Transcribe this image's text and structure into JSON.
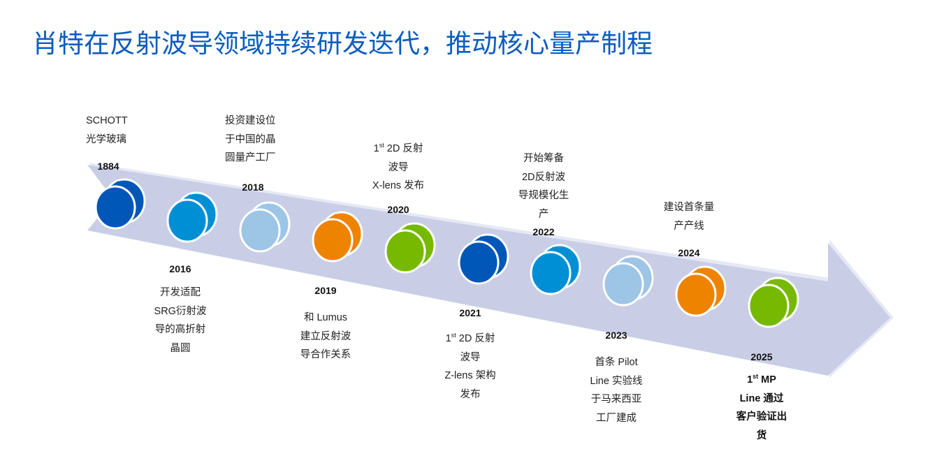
{
  "title": "肖特在反射波导领域持续研发迭代，推动核心量产制程",
  "colors": {
    "arrow": "#c9cee6",
    "arrow_edge": "#e6e9f5",
    "dark_blue": "#0057b8",
    "mid_blue": "#008fd5",
    "light_blue": "#9dc5e6",
    "orange": "#ee8300",
    "green": "#76b900"
  },
  "events": [
    {
      "year": "1884",
      "color": "dark_blue",
      "lines": [
        {
          "t": "SCHOTT"
        },
        {
          "t": "光学玻璃"
        }
      ]
    },
    {
      "year": "2016",
      "color": "mid_blue",
      "lines": [
        {
          "t": "开发适配"
        },
        {
          "t": "SRG衍射波"
        },
        {
          "t": "导的高折射"
        },
        {
          "t": "晶圆"
        }
      ]
    },
    {
      "year": "2018",
      "color": "light_blue",
      "lines": [
        {
          "t": "投资建设位"
        },
        {
          "t": "于中国的晶"
        },
        {
          "t": "圆量产工厂"
        }
      ]
    },
    {
      "year": "2019",
      "color": "orange",
      "lines": [
        {
          "t": "和 Lumus"
        },
        {
          "t": "建立反射波"
        },
        {
          "t": "导合作关系"
        }
      ]
    },
    {
      "year": "2020",
      "color": "green",
      "lines": [
        {
          "pre": "1",
          "sup": "st",
          "t": " 2D 反射"
        },
        {
          "t": "波导"
        },
        {
          "t": "X-lens 发布"
        }
      ]
    },
    {
      "year": "2021",
      "color": "dark_blue",
      "lines": [
        {
          "pre": "1",
          "sup": "st",
          "t": " 2D 反射"
        },
        {
          "t": "波导"
        },
        {
          "t": "Z-lens 架构"
        },
        {
          "t": "发布"
        }
      ]
    },
    {
      "year": "2022",
      "color": "mid_blue",
      "lines": [
        {
          "t": "开始筹备"
        },
        {
          "t": "2D反射波"
        },
        {
          "t": "导规模化生"
        },
        {
          "t": "产"
        }
      ]
    },
    {
      "year": "2023",
      "color": "light_blue",
      "lines": [
        {
          "t": "首条 Pilot"
        },
        {
          "t": "Line 实验线"
        },
        {
          "t": "于马来西亚"
        },
        {
          "t": "工厂建成"
        }
      ]
    },
    {
      "year": "2024",
      "color": "orange",
      "lines": [
        {
          "t": "建设首条量"
        },
        {
          "t": "产产线"
        }
      ]
    },
    {
      "year": "2025",
      "color": "green",
      "lines": [
        {
          "pre": "1",
          "sup": "st",
          "t": " MP"
        },
        {
          "t": "Line 通过"
        },
        {
          "t": "客户验证出"
        },
        {
          "t": "货"
        }
      ]
    }
  ]
}
